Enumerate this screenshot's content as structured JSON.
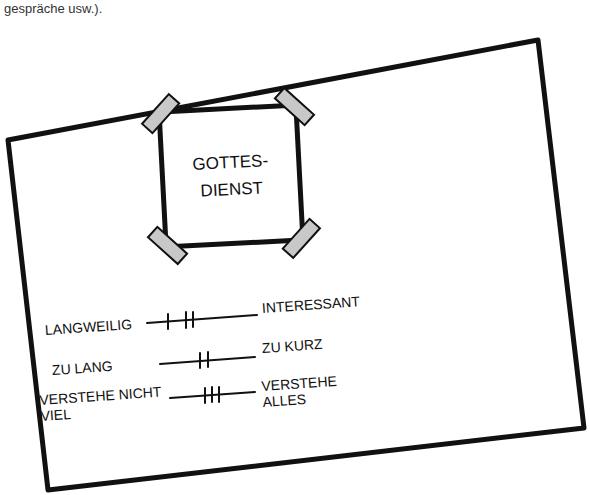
{
  "diagram": {
    "nodes": [
      {
        "text": [
          "GOTTES- DIENST"
        ]
      }
    ],
    "labels": [
      "gespräche usw.).",
      "LANGWEILIG",
      "INTERESSANT",
      "ZU LANG",
      "ZU KURZ",
      "VERSTEHE NICHT VIEL",
      "VERSTEHE ALLES"
    ]
  }
}
